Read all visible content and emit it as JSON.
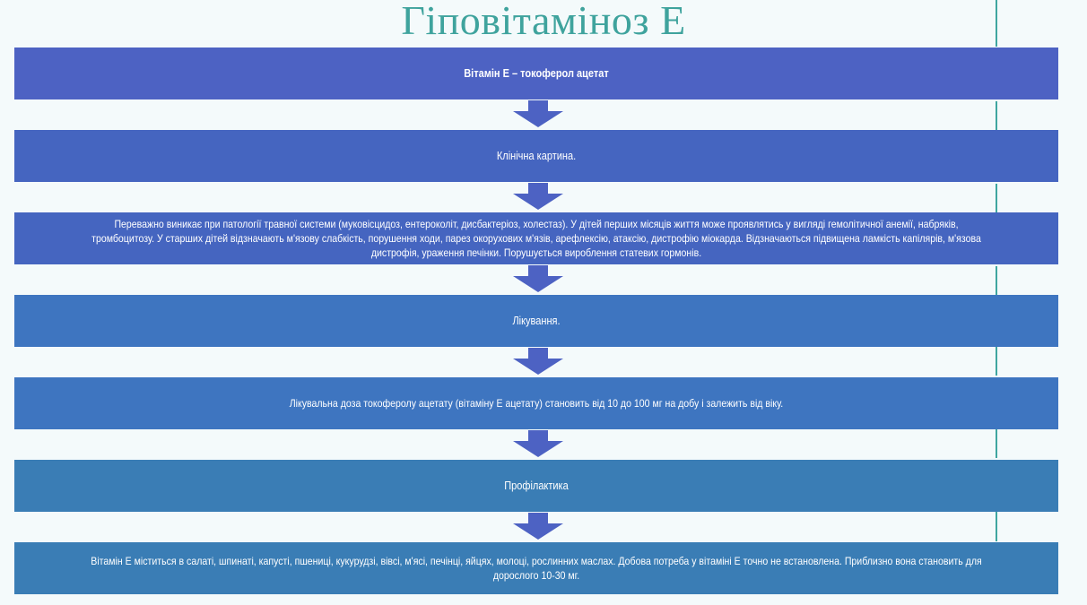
{
  "slide": {
    "title": "Гіповітаміноз Е",
    "title_color": "#3fa39d",
    "background_color": "#f4fafb"
  },
  "flow": {
    "boxes": [
      {
        "id": "vitamin-definition",
        "text": "Вітамін Е – токоферол ацетат",
        "color": "#4d62c3",
        "emphasis": "bold"
      },
      {
        "id": "clinical-picture-heading",
        "text": "Клінічна картина.",
        "color": "#4565c0",
        "emphasis": "normal"
      },
      {
        "id": "clinical-picture-body",
        "text": "Переважно виникає при патології травної системи (муковісцидоз, ентероколіт, дисбактеріоз, холестаз). У дітей перших місяців життя може проявлятись у вигляді гемолітичної анемії, набряків, тромбоцитозу. У старших дітей відзначають м'язову слабкість, порушення ходи, парез окорухових м'язів, арефлексію, атаксію, дистрофію міокарда. Відзначаються підвищена ламкість капілярів, м'язова дистрофія, ураження печінки. Порушується вироблення статевих гормонів.",
        "color": "#4565c0",
        "emphasis": "normal"
      },
      {
        "id": "treatment-heading",
        "text": "Лікування.",
        "color": "#3e75c0",
        "emphasis": "normal"
      },
      {
        "id": "treatment-body",
        "text": "Лікувальна доза токоферолу ацетату (вітаміну Е ацетату) становить від 10 до 100 мг на добу і залежить від віку.",
        "color": "#3e75c0",
        "emphasis": "normal"
      },
      {
        "id": "prophylaxis-heading",
        "text": "Профілактика",
        "color": "#3a7db5",
        "emphasis": "normal"
      },
      {
        "id": "prophylaxis-body",
        "text": "Вітамін Е міститься в салаті, шпинаті, капусті, пшениці, кукурудзі, вівсі, м'ясі, печінці, яйцях, молоці, рослинних маслах. Добова потреба у вітаміні Е точно не встановлена. Приблизно вона становить для дорослого 10-30 мг.",
        "color": "#3a7db5",
        "emphasis": "normal"
      }
    ],
    "connector_icon": "down-arrow-icon",
    "connector_color": "#4d62c3",
    "connector_count": 6
  },
  "decoration": {
    "tick_color": "#3fa6a0",
    "tick_count": 6
  }
}
